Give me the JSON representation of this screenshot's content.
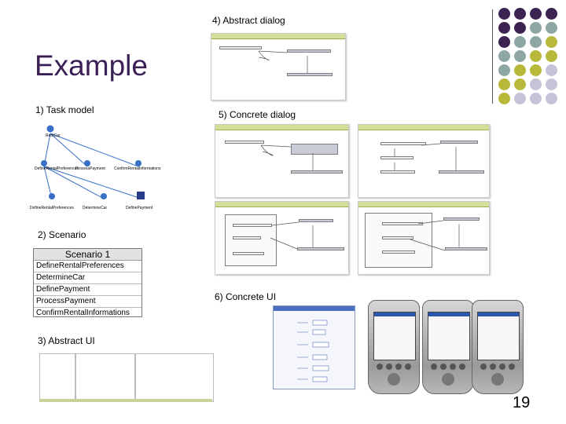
{
  "title": "Example",
  "page_number": "19",
  "captions": {
    "task_model": "1) Task model",
    "scenario": "2) Scenario",
    "abstract_ui": "3) Abstract UI",
    "abstract_dialog": "4) Abstract dialog",
    "concrete_dialog": "5) Concrete dialog",
    "concrete_ui": "6) Concrete UI"
  },
  "scenario_table": {
    "header": "Scenario 1",
    "rows": [
      "DefineRentalPreferences",
      "DetermineCar",
      "DefinePayment",
      "ProcessPayment",
      "ConfirmRentalInformations"
    ]
  },
  "task_model": {
    "root": "RentCar",
    "nodes": [
      "DefineRentalPreferences",
      "ProcessPayment",
      "ConfirmRentalInformations",
      "DefineRentalPreferences",
      "DetermineCar",
      "DefinePayment"
    ]
  },
  "colors": {
    "title": "#3b1f57",
    "dot_purple": "#3d2352",
    "dot_teal": "#8fa7a4",
    "dot_olive": "#b8b83a",
    "dot_lavender": "#c6c3d8"
  },
  "decor_dots": [
    [
      "purple",
      "purple",
      "purple",
      "purple"
    ],
    [
      "purple",
      "purple",
      "teal",
      "teal"
    ],
    [
      "purple",
      "teal",
      "teal",
      "olive"
    ],
    [
      "teal",
      "teal",
      "olive",
      "olive"
    ],
    [
      "teal",
      "olive",
      "olive",
      "lavender"
    ],
    [
      "olive",
      "olive",
      "lavender",
      "lavender"
    ],
    [
      "olive",
      "lavender",
      "lavender",
      "lavender"
    ]
  ]
}
